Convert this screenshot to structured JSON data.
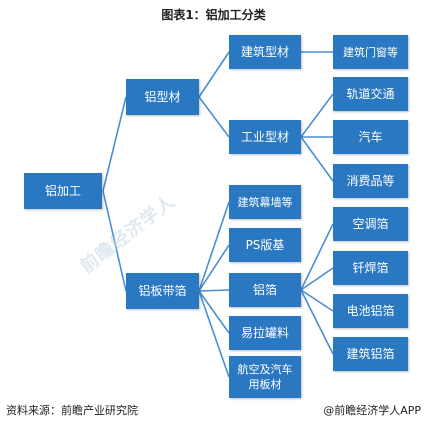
{
  "title": "图表1：铝加工分类",
  "nodes": {
    "root": "铝加工",
    "profile": "铝型材",
    "sheet": "铝板带箔",
    "building_profile": "建筑型材",
    "industrial_profile": "工业型材",
    "door_window": "建筑门窗等",
    "rail_transit": "轨道交通",
    "automobile": "汽车",
    "consumer_goods": "消费品等",
    "curtain_wall": "建筑幕墙等",
    "ps_plate": "PS版基",
    "foil": "铝箔",
    "can_stock": "易拉罐料",
    "aero_auto": "航空及汽车\n用板材",
    "ac_foil": "空调箔",
    "solder_foil": "钎焊箔",
    "battery_foil": "电池铝箔",
    "building_foil": "建筑铝箔"
  },
  "footer": {
    "source": "资料来源：前瞻产业研究院",
    "brand": "@前瞻经济学人APP"
  },
  "colors": {
    "box": "#2b78c2",
    "line": "#4a8fd1"
  }
}
